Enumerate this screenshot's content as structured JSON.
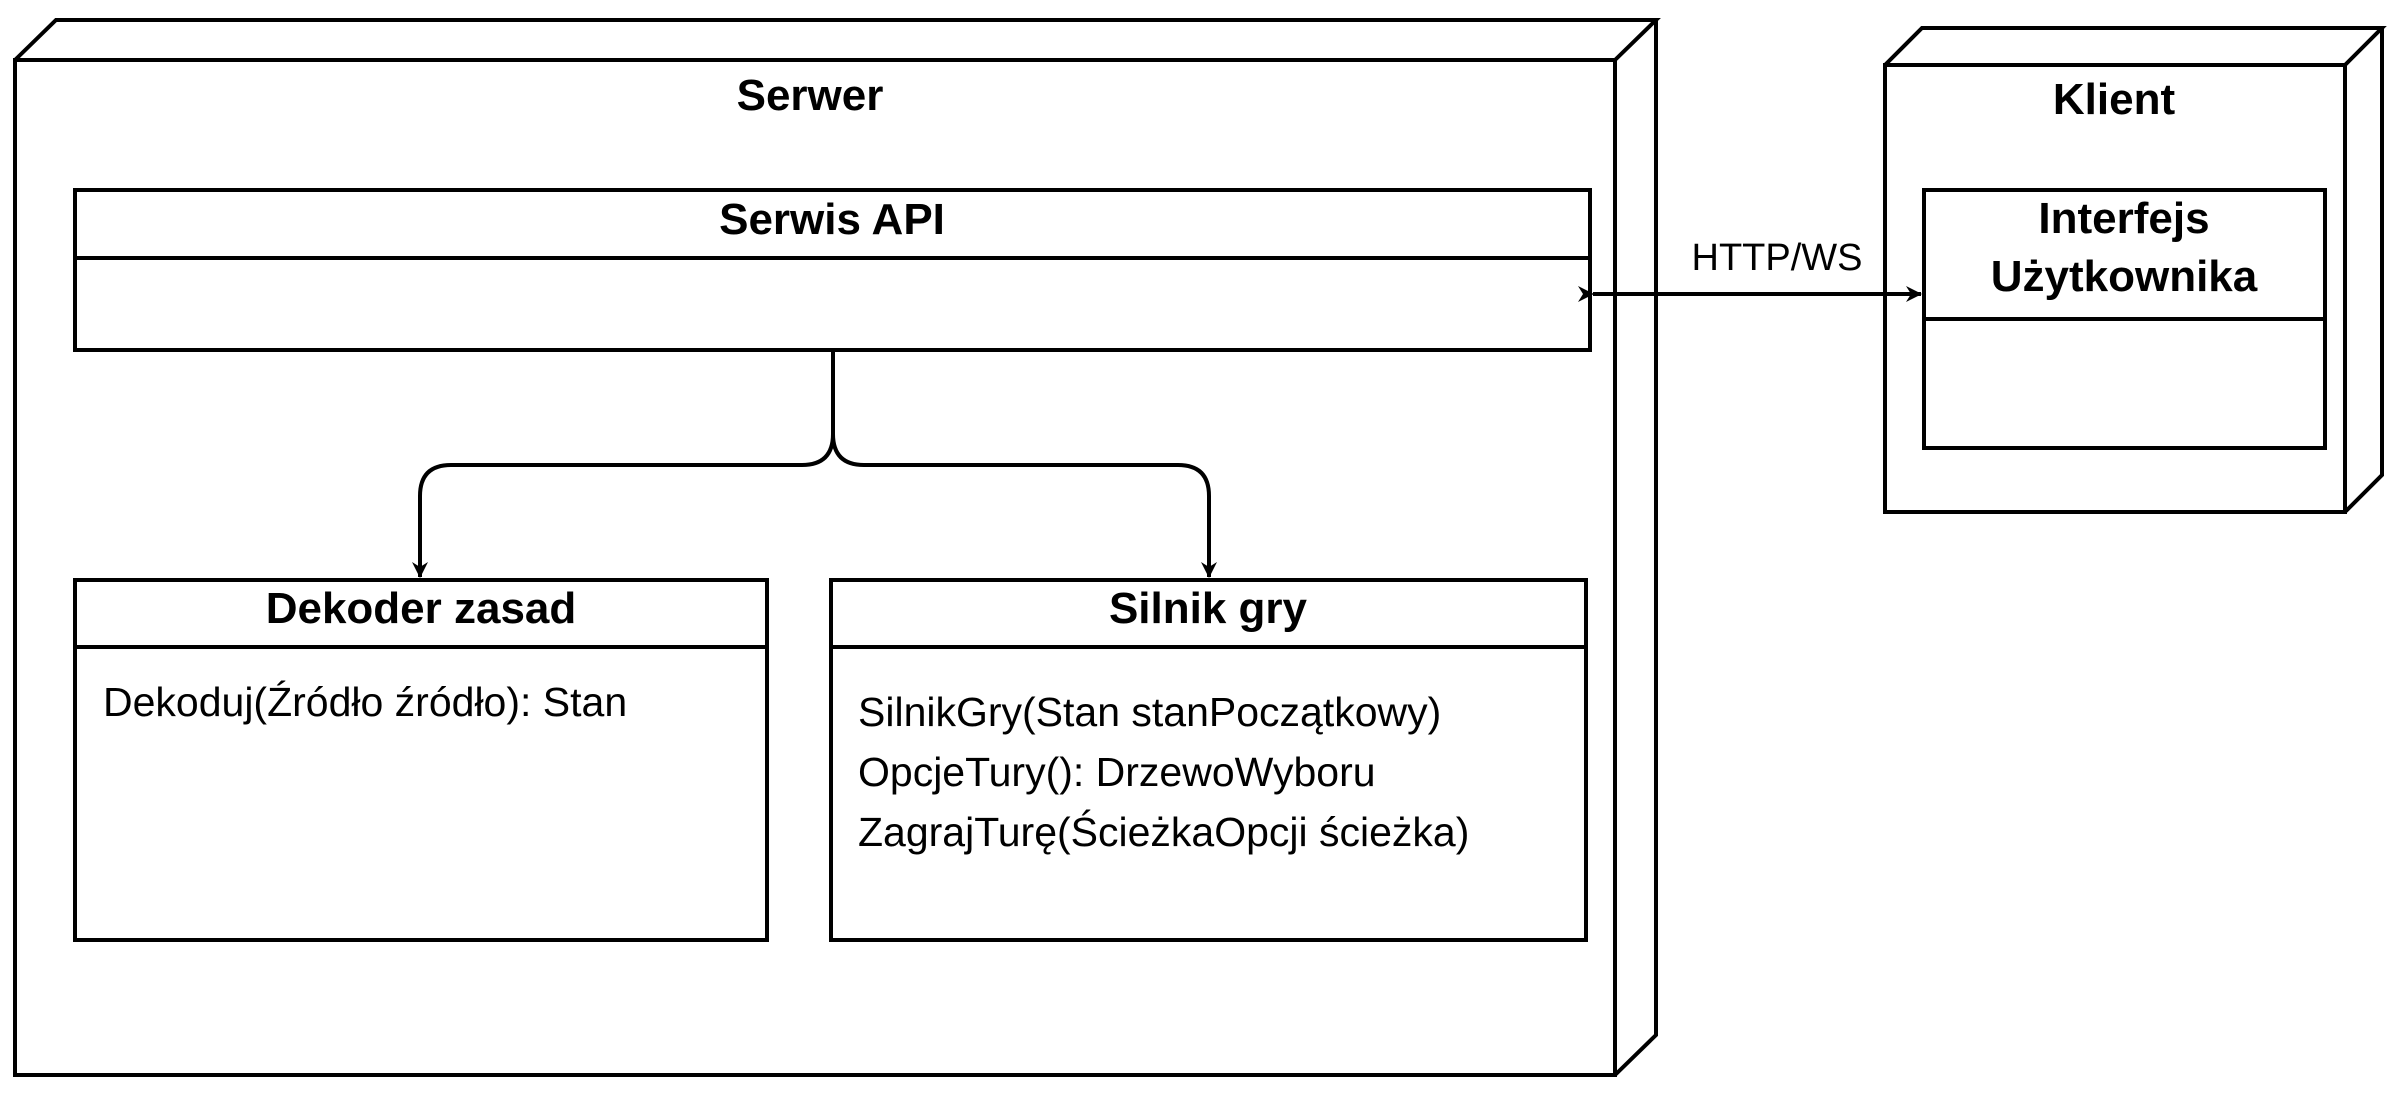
{
  "server_node": {
    "title": "Serwer"
  },
  "client_node": {
    "title": "Klient"
  },
  "api_service": {
    "title": "Serwis API"
  },
  "rule_decoder": {
    "title": "Dekoder zasad",
    "methods": [
      "Dekoduj(Źródło źródło): Stan"
    ]
  },
  "game_engine": {
    "title": "Silnik gry",
    "methods": [
      "SilnikGry(Stan stanPoczątkowy)",
      "OpcjeTury(): DrzewoWyboru",
      "ZagrajTurę(ŚcieżkaOpcji ścieżka)"
    ]
  },
  "user_interface": {
    "title_lines": [
      "Interfejs",
      "Użytkownika"
    ]
  },
  "connection": {
    "label": "HTTP/WS"
  }
}
